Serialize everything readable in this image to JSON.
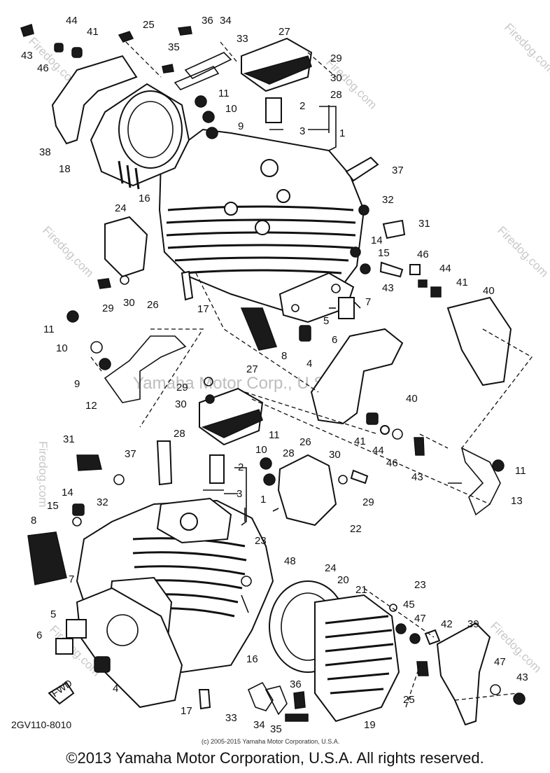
{
  "watermark": {
    "brand": "Firedog.com",
    "symbol": "©",
    "center_text": "Yamaha Motor Corp., U.S.A."
  },
  "diagram": {
    "code": "2GV110-8010",
    "fwd_label": "FWD",
    "small_copyright": "(c) 2005-2015 Yamaha Motor Corporation, U.S.A.",
    "callouts": [
      "44",
      "41",
      "43",
      "46",
      "25",
      "36",
      "34",
      "33",
      "35",
      "27",
      "29",
      "30",
      "28",
      "11",
      "10",
      "9",
      "2",
      "3",
      "1",
      "38",
      "18",
      "24",
      "16",
      "37",
      "32",
      "31",
      "14",
      "15",
      "46",
      "44",
      "41",
      "43",
      "40",
      "7",
      "5",
      "6",
      "4",
      "8",
      "17",
      "29",
      "30",
      "26",
      "11",
      "10",
      "9",
      "12",
      "27",
      "29",
      "30",
      "28",
      "40",
      "11",
      "26",
      "2",
      "3",
      "1",
      "10",
      "28",
      "30",
      "29",
      "41",
      "44",
      "46",
      "43",
      "11",
      "13",
      "31",
      "37",
      "32",
      "14",
      "15",
      "8",
      "22",
      "23",
      "48",
      "24",
      "20",
      "21",
      "23",
      "45",
      "47",
      "42",
      "39",
      "7",
      "5",
      "6",
      "4",
      "16",
      "19",
      "25",
      "47",
      "43",
      "17",
      "33",
      "36",
      "34",
      "35"
    ]
  },
  "footer": {
    "copyright": "©2013 Yamaha Motor Corporation, U.S.A. All rights reserved."
  }
}
